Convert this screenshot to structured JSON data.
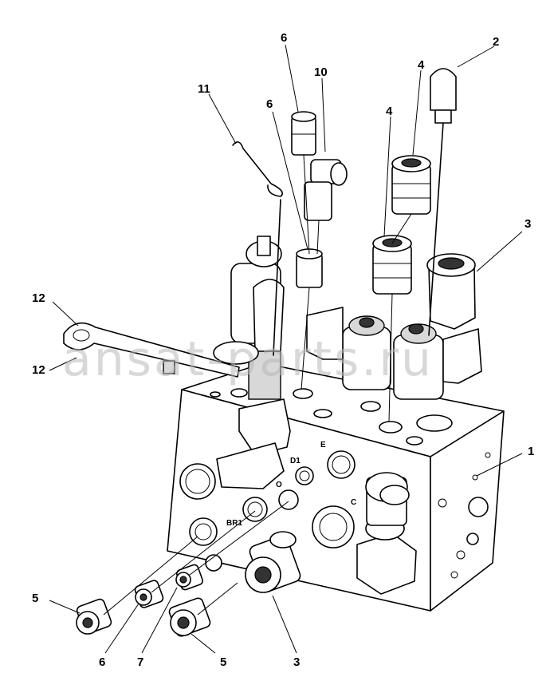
{
  "callouts": [
    {
      "id": "c1",
      "text": "1"
    },
    {
      "id": "c2",
      "text": "2"
    },
    {
      "id": "c3a",
      "text": "3"
    },
    {
      "id": "c3b",
      "text": "3"
    },
    {
      "id": "c4a",
      "text": "4"
    },
    {
      "id": "c4b",
      "text": "4"
    },
    {
      "id": "c5a",
      "text": "5"
    },
    {
      "id": "c5b",
      "text": "5"
    },
    {
      "id": "c6a",
      "text": "6"
    },
    {
      "id": "c6b",
      "text": "6"
    },
    {
      "id": "c6c",
      "text": "6"
    },
    {
      "id": "c7",
      "text": "7"
    },
    {
      "id": "c10",
      "text": "10"
    },
    {
      "id": "c11",
      "text": "11"
    },
    {
      "id": "c12a",
      "text": "12"
    },
    {
      "id": "c12b",
      "text": "12"
    }
  ],
  "port_labels": {
    "E": "E",
    "D1": "D1",
    "C": "C",
    "BR1": "BR1",
    "O": "O"
  },
  "watermark": "ansat-parts.ru"
}
